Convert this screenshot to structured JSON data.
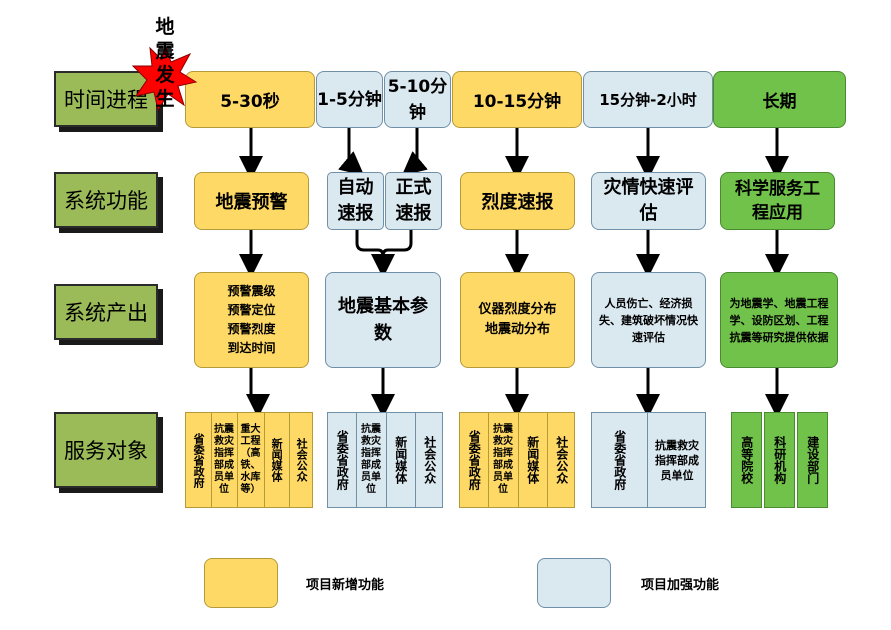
{
  "row_labels": {
    "time": "时间进程",
    "function": "系统功能",
    "output": "系统产出",
    "service": "服务对象"
  },
  "event_star": "地震发生",
  "time_row": [
    "5-30秒",
    "1-5分钟",
    "5-10分钟",
    "10-15分钟",
    "15分钟-2小时",
    "长期"
  ],
  "function_row": [
    "地震预警",
    "自动速报",
    "正式速报",
    "烈度速报",
    "灾情快速评估",
    "科学服务工程应用"
  ],
  "output_row": {
    "warning": [
      "预警震级",
      "预警定位",
      "预警烈度",
      "到达时间"
    ],
    "basic_params": "地震基本参数",
    "intensity": [
      "仪器烈度分布",
      "地震动分布"
    ],
    "disaster": "人员伤亡、经济损失、建筑破坏情况快速评估",
    "science": "为地震学、地震工程学、设防区划、工程抗震等研究提供依据"
  },
  "service_row": {
    "group1": [
      "省委省政府",
      "抗震救灾指挥部成员单位",
      "重大工程（高铁、水库等）",
      "新闻媒体",
      "社会公众"
    ],
    "group2": [
      "省委省政府",
      "抗震救灾指挥部成员单位",
      "新闻媒体",
      "社会公众"
    ],
    "group3": [
      "省委省政府",
      "抗震救灾指挥部成员单位",
      "新闻媒体",
      "社会公众"
    ],
    "group4": [
      "省委省政府",
      "抗震救灾指挥部成员单位"
    ],
    "group5": [
      "高等院校",
      "科研机构",
      "建设部门"
    ]
  },
  "legend": {
    "new_label": "项目新增功能",
    "enhanced_label": "项目加强功能",
    "new_color": "#ffd966",
    "enhanced_color": "#dae8f0"
  },
  "colors": {
    "row_label": "#9bbb59",
    "new": "#ffd966",
    "enhanced": "#dae8f0",
    "long_term": "#70c24a",
    "star": "#ff0000"
  }
}
